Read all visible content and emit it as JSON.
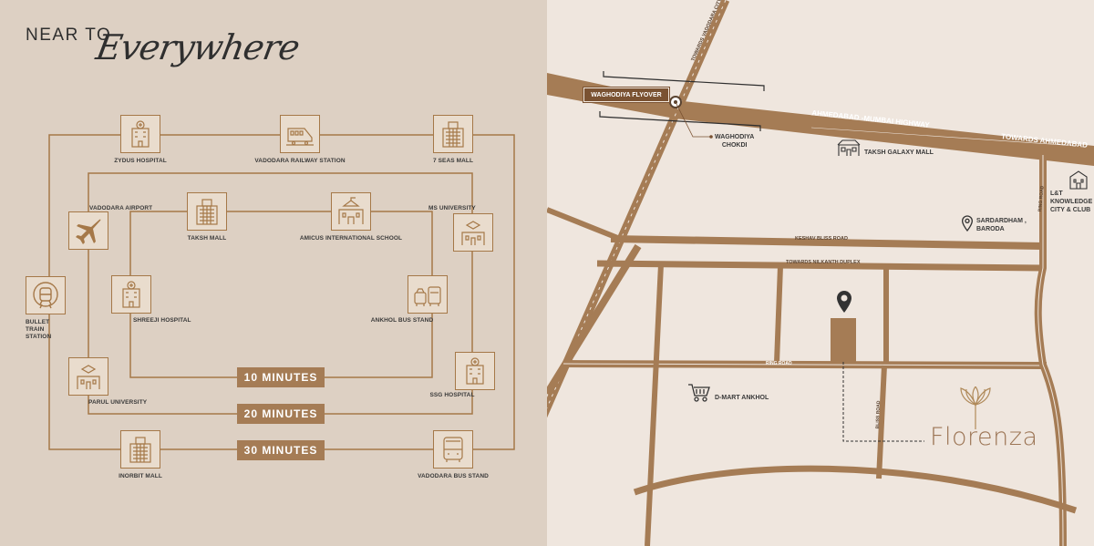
{
  "heading": {
    "line1": "NEAR TO",
    "line2": "Everywhere"
  },
  "badges": [
    "10 MINUTES",
    "20 MINUTES",
    "30 MINUTES"
  ],
  "places": {
    "zydus": "ZYDUS HOSPITAL",
    "railway": "VADODARA RAILWAY STATION",
    "seas": "7 SEAS MALL",
    "airport": "VADODARA AIRPORT",
    "taksh": "TAKSH MALL",
    "amicus": "AMICUS INTERNATIONAL SCHOOL",
    "msu": "MS UNIVERSITY",
    "bullet": [
      "BULLET",
      "TRAIN",
      "STATION"
    ],
    "shreeji": "SHREEJI HOSPITAL",
    "ankhol": "ANKHOL BUS STAND",
    "parul": "PARUL UNIVERSITY",
    "ssg": "SSG HOSPITAL",
    "inorbit": "INORBIT MALL",
    "busstand": "VADODARA BUS STAND"
  },
  "map": {
    "flyover": "WAGHODIYA FLYOVER",
    "chokdi": [
      "WAGHODIYA",
      "CHOKDI"
    ],
    "highway": "AHMEDABAD -MUMBAI HIGHWAY",
    "towards_ahmedabad": "TOWARDS AHMEDABAD",
    "towards_vadodara": "TOWARDS VADODARA CITY",
    "taksh_galaxy": "TAKSH GALAXY MALL",
    "lt": [
      "L&T",
      "KNOWLEDGE",
      "CITY & CLUB"
    ],
    "sardardham": [
      "SARDARDHAM ,",
      "BARODA"
    ],
    "keshav": "KESHAV BLISS ROAD",
    "nilkanth": "TOWARDS NILKANTH DUPLEX",
    "ring": "RING ROAD",
    "bliss": "BLISS ROAD",
    "dmart": "D-MART ANKHOL",
    "brand": "Florenza"
  },
  "colors": {
    "left_bg": "#ddd0c3",
    "map_bg": "#efe6de",
    "road": "#a57c55",
    "accent": "#a57848",
    "badge": "#a57c55"
  }
}
